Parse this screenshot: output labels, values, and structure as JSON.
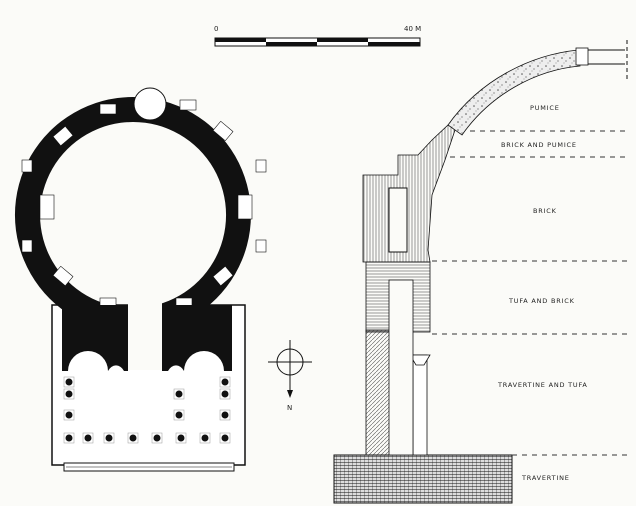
{
  "scale_bar": {
    "start_label": "0",
    "end_label": "40 M"
  },
  "compass": {
    "north_label": "N"
  },
  "section_labels": [
    {
      "text": "PUMICE"
    },
    {
      "text": "BRICK AND PUMICE"
    },
    {
      "text": "BRICK"
    },
    {
      "text": "TUFA AND BRICK"
    },
    {
      "text": "TRAVERTINE AND TUFA"
    },
    {
      "text": "TRAVERTINE"
    }
  ],
  "colors": {
    "ink": "#111111",
    "paper": "#fbfbf8"
  }
}
